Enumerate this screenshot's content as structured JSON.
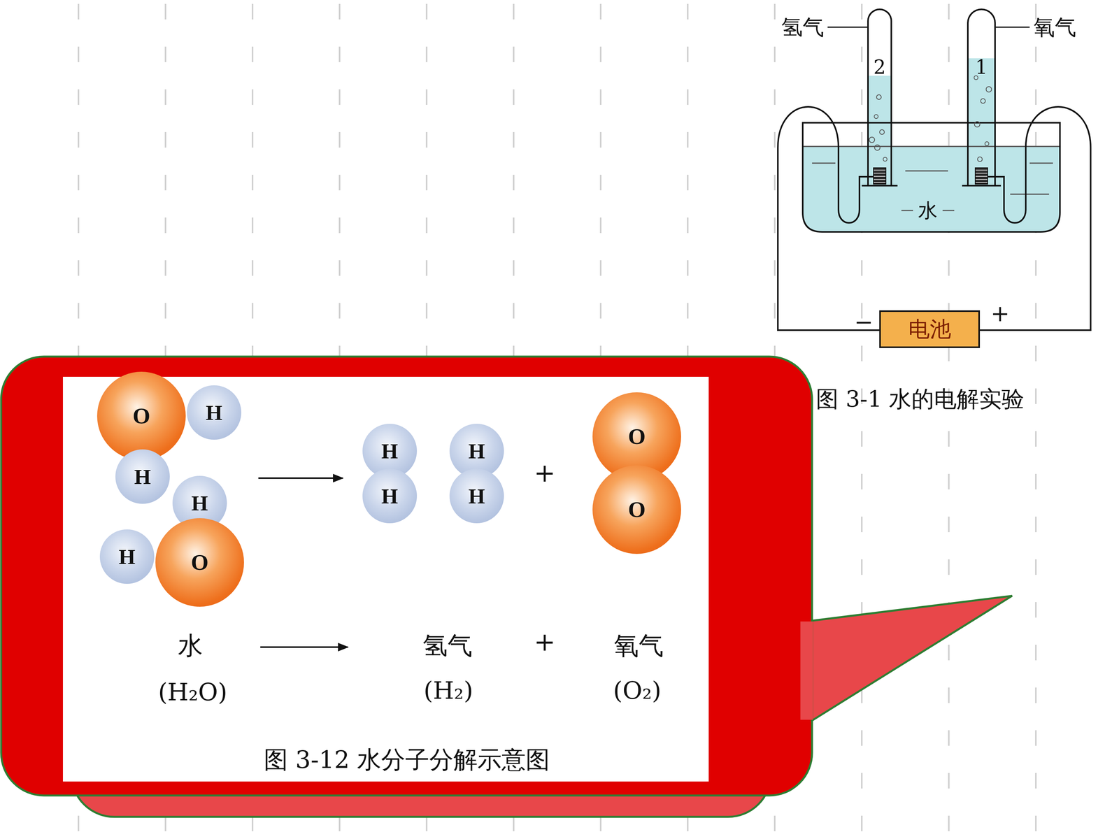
{
  "diagram": {
    "nodes": [
      {
        "text": [
          "2"
        ]
      },
      {
        "text": [
          "1"
        ]
      },
      {
        "text": [
          "电池"
        ]
      },
      {
        "text": [
          "O"
        ]
      },
      {
        "text": [
          "H"
        ]
      },
      {
        "text": [
          "H"
        ]
      },
      {
        "text": [
          "H"
        ]
      },
      {
        "text": [
          "H"
        ]
      },
      {
        "text": [
          "O"
        ]
      },
      {
        "text": [
          "H"
        ]
      },
      {
        "text": [
          "H"
        ]
      },
      {
        "text": [
          "H"
        ]
      },
      {
        "text": [
          "H"
        ]
      },
      {
        "text": [
          "O"
        ]
      },
      {
        "text": [
          "O"
        ]
      }
    ],
    "labels": [
      "氢气",
      "氧气",
      "水",
      "−",
      "+",
      "图 3-1 水的电解实验",
      "+",
      "水",
      "氢气",
      "+",
      "氧气",
      "(H₂O)",
      "(H₂)",
      "(O₂)",
      "图 3-12 水分子分解示意图"
    ]
  }
}
